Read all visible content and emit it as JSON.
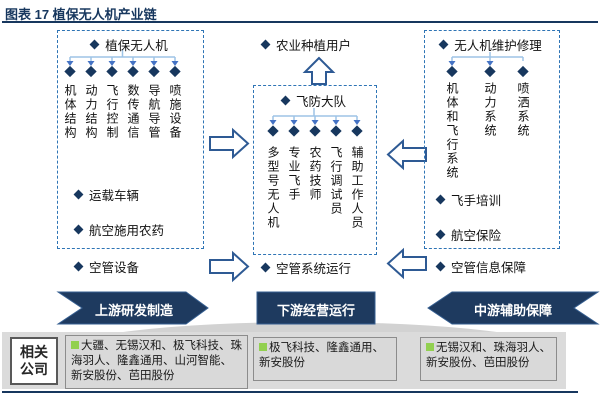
{
  "title": "图表 17 植保无人机产业链",
  "upstream": {
    "heading": "植保无人机",
    "components": [
      "机体结构",
      "动力结构",
      "飞行控制",
      "数传通信",
      "导航导管",
      "喷施设备"
    ],
    "item1": "运载车辆",
    "item2": "航空施用农药",
    "outside": "空管设备",
    "banner": "上游研发制造",
    "companies": "大疆、无锡汉和、极飞科技、珠海羽人、隆鑫通用、山河智能、新安股份、芭田股份"
  },
  "downstream": {
    "user": "农业种植用户",
    "heading": "飞防大队",
    "components": [
      "多型号无人机",
      "专业飞手",
      "农药技师",
      "飞行调试员",
      "辅助工作人员"
    ],
    "outside": "空管系统运行",
    "banner": "下游经营运行",
    "companies": "极飞科技、隆鑫通用、新安股份"
  },
  "midstream": {
    "heading": "无人机维护修理",
    "components": [
      "机体和飞行系统",
      "动力系统",
      "喷洒系统"
    ],
    "item1": "飞手培训",
    "item2": "航空保险",
    "outside": "空管信息保障",
    "banner": "中游辅助保障",
    "companies": "无锡汉和、珠海羽人、新安股份、芭田股份"
  },
  "related": {
    "line1": "相关",
    "line2": "公司"
  },
  "colors": {
    "navy": "#17375E",
    "banner_fill": "#1E3A5F",
    "dashed_border": "#2E74B5",
    "tree_line": "#9DC3E6",
    "tree_arrowhead": "#4472C4",
    "hollow_arrow_stroke": "#2E5A94",
    "green_bullet": "#92D050",
    "gray_strip": "#DBDBDB"
  }
}
